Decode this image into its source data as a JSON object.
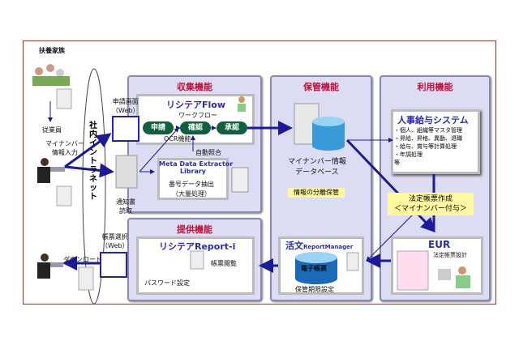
{
  "left": {
    "family": "扶養家族",
    "employee": "従業員",
    "input": "マイナンバー\n情報入力",
    "intranet": "社内イントラネット",
    "download": "ダウンロード",
    "request_screen": "申請画面\n（Web）",
    "notice": "通知書\n読取",
    "report_select": "帳票選択\n（Web）"
  },
  "collect": {
    "title": "収集機能",
    "product": "リシテアFlow",
    "workflow": "ワークフロー",
    "steps": [
      "申請",
      "確認",
      "承認"
    ],
    "ocr": "OCR機能",
    "auto": "自動照合",
    "mde": "Meta Data Extractor\nLibrary",
    "extract": "番号データ抽出",
    "bulk": "（大量処理）"
  },
  "provide": {
    "title": "提供機能",
    "product": "リシテアReport-i",
    "view": "帳票閲覧",
    "password": "パスワード設定"
  },
  "store": {
    "title": "保管機能",
    "db": "マイナンバー情報\nデータベース",
    "separate": "情報の分離保管",
    "rm_brand": "活文",
    "rm_name": "ReportManager",
    "eform": "電子帳票",
    "retention": "保管期限設定"
  },
  "use": {
    "title": "利用機能",
    "hr": "人事給与システム",
    "hr_items": [
      "・個人、組織等マスタ管理",
      "・昇給、昇格、異動、退職",
      "・給与、賞与等計算処理",
      "・年調処理",
      "等"
    ],
    "legal": "法定帳票作成\n＜マイナンバー付与＞",
    "eur": "EUR",
    "eur_design": "法定帳票設計"
  }
}
